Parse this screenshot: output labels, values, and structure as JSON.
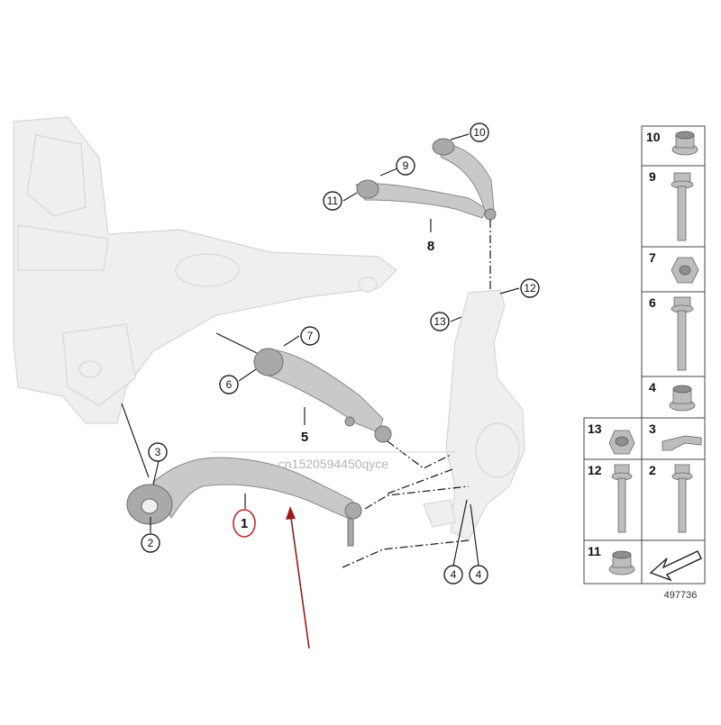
{
  "callouts": {
    "c1": "1",
    "c2": "2",
    "c3": "3",
    "c4a": "4",
    "c4b": "4",
    "c5": "5",
    "c6": "6",
    "c7": "7",
    "c8": "8",
    "c9": "9",
    "c10": "10",
    "c11": "11",
    "c12": "12",
    "c13": "13"
  },
  "hardware_table": {
    "cells": [
      "10",
      "9",
      "7",
      "6",
      "4",
      "13",
      "3",
      "12",
      "2",
      "11"
    ]
  },
  "reference_number": "497736",
  "watermark": "cn1520594450qyce",
  "colors": {
    "highlight_circle": "#c0282d",
    "arrow": "#9a1b1b",
    "part_gray": "#c9c9c9",
    "frame_gray": "#efefef"
  }
}
